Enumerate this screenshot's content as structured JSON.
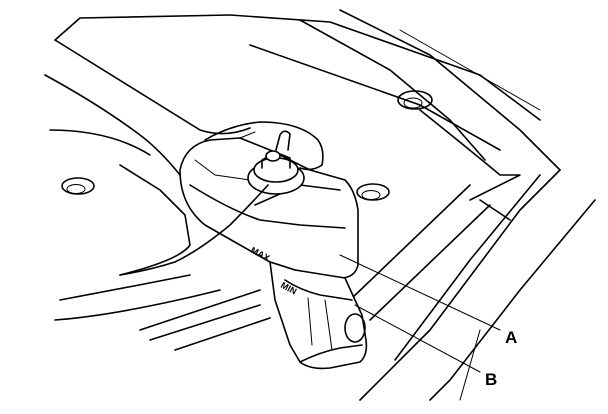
{
  "callouts": {
    "a": "A",
    "b": "B"
  },
  "reservoir": {
    "max_mark": "MAX",
    "min_mark": "MIN"
  }
}
